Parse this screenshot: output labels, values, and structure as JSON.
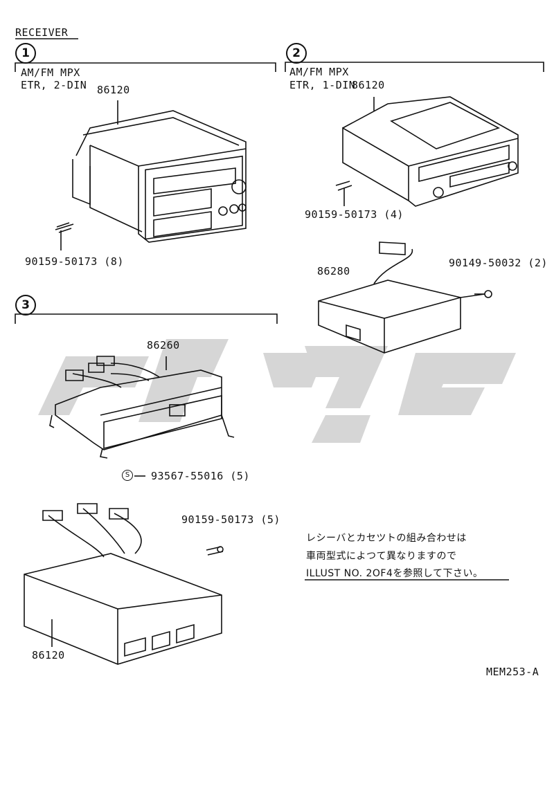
{
  "header": {
    "title": "RECEIVER"
  },
  "groups": [
    {
      "number": "1",
      "line1": "AM/FM MPX",
      "line2": "ETR, 2-DIN"
    },
    {
      "number": "2",
      "line1": "AM/FM MPX",
      "line2": "ETR, 1-DIN"
    },
    {
      "number": "3"
    }
  ],
  "parts": {
    "p1_unit": "86120",
    "p1_screw": "90159-50173 (8)",
    "p2_unit": "86120",
    "p2_screw": "90159-50173 (4)",
    "p2_amp": "86280",
    "p2_amp_screw": "90149-50032 (2)",
    "p3_unit": "86260",
    "p3_screw": "93567-55016 (5)",
    "p3_screw_marker": "S",
    "p4_screw": "90159-50173 (5)",
    "p4_unit": "86120"
  },
  "note": {
    "line1": "レシーバとカセツトの組み合わせは",
    "line2": "車両型式によつて異なりますので",
    "line3": "ILLUST NO. 2OF4を参照して下さい。"
  },
  "footer": {
    "code": "MEM253-A"
  },
  "colors": {
    "ink": "#111111",
    "watermark": "#cfcfcf"
  }
}
